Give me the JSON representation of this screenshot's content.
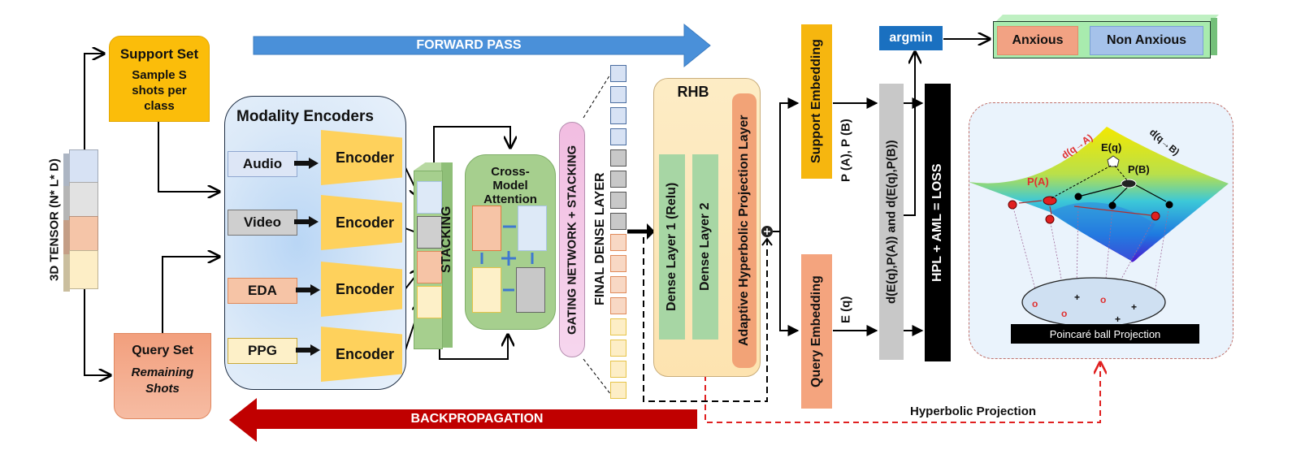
{
  "banners": {
    "forward": "FORWARD PASS",
    "backward": "BACKPROPAGATION"
  },
  "tensor": {
    "label": "3D TENSOR (N* L* D)",
    "blocks": [
      {
        "color": "#d7e2f4"
      },
      {
        "color": "#e2e2e2"
      },
      {
        "color": "#f5c5a8"
      },
      {
        "color": "#fdeec6"
      }
    ]
  },
  "support_set": {
    "title": "Support Set",
    "subtitle": "Sample S shots per class"
  },
  "query_set": {
    "title": "Query Set",
    "subtitle": "Remaining Shots"
  },
  "modality_encoders": {
    "title": "Modality Encoders",
    "encoder_label": "Encoder",
    "modalities": [
      {
        "name": "Audio",
        "fill": "#dde6f6",
        "border": "#90a8d0"
      },
      {
        "name": "Video",
        "fill": "#cfcfcf",
        "border": "#777777"
      },
      {
        "name": "EDA",
        "fill": "#f6c4a6",
        "border": "#e08a5a"
      },
      {
        "name": "PPG",
        "fill": "#fdf0c8",
        "border": "#c9a93a"
      }
    ]
  },
  "stacking": {
    "label": "STACKING"
  },
  "cross_model_attention": {
    "title": "Cross-Model Attention"
  },
  "gating": {
    "label": "GATING NETWORK + STACKING"
  },
  "final_dense": {
    "label": "FINAL DENSE LAYER",
    "groups": [
      {
        "fill": "#d7e2f4",
        "border": "#4a6da0",
        "count": 4
      },
      {
        "fill": "#c8c8c8",
        "border": "#555555",
        "count": 4
      },
      {
        "fill": "#f8d8c4",
        "border": "#e08a5a",
        "count": 4
      },
      {
        "fill": "#fdeec6",
        "border": "#e6c44a",
        "count": 4
      }
    ]
  },
  "rhb": {
    "title": "RHB",
    "dense1": "Dense Layer 1 (Relu)",
    "dense2": "Dense Layer 2",
    "ahpl": "Adaptive Hyperbolic Projection Layer"
  },
  "embeddings": {
    "support": "Support Embedding",
    "support_out": "P (A), P (B)",
    "query": "Query Embedding",
    "query_out": "E (q)"
  },
  "distance": {
    "label": "d(E(q),P(A)) and d(E(q),P(B))"
  },
  "loss": {
    "label": "HPL + AML = LOSS"
  },
  "argmin": {
    "label": "argmin"
  },
  "output": {
    "anxious": "Anxious",
    "non_anxious": "Non Anxious"
  },
  "poincare": {
    "labels": {
      "dqa": "d(q→A)",
      "eq": "E(q)",
      "dqb": "d(q→B)",
      "pa": "P(A)",
      "pb": "P(B)"
    },
    "caption": "Poincaré ball Projection",
    "o_mark": "o",
    "plus_mark": "+"
  },
  "hyperbolic_projection": {
    "label": "Hyperbolic Projection"
  },
  "colors": {
    "forward_arrow": "#4a90d9",
    "backward_arrow": "#c00000",
    "red_dashed": "#e02020"
  }
}
